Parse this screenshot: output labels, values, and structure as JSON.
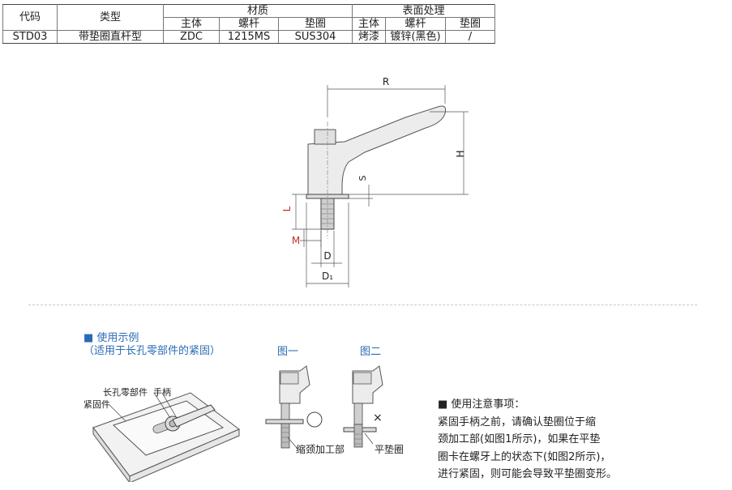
{
  "table": {
    "headers": {
      "code": "代码",
      "type": "类型",
      "material": "材质",
      "surface": "表面处理",
      "sub_body": "主体",
      "sub_screw": "螺杆",
      "sub_washer": "垫圈",
      "sub_body2": "主体",
      "sub_screw2": "螺杆",
      "sub_washer2": "垫圈"
    },
    "row": {
      "code": "STD03",
      "type": "带垫圈直杆型",
      "mat_body": "ZDC",
      "mat_screw": "1215MS",
      "mat_washer": "SUS304",
      "surf_body": "烤漆",
      "surf_screw": "镀锌(黑色)",
      "surf_washer": "/"
    }
  },
  "drawing": {
    "dim_R": "R",
    "dim_H": "H",
    "dim_S": "S",
    "dim_L": "L",
    "dim_M": "M",
    "dim_D": "D",
    "dim_D1": "D₁",
    "red_color": "#c0302a"
  },
  "usage": {
    "title_line1": "■ 使用示例",
    "title_line2": "（适用于长孔零部件的紧固）",
    "label_slot_part": "长孔零部件",
    "label_handle": "手柄",
    "label_fastener": "紧固件",
    "fig1": "图一",
    "fig2": "图二",
    "label_neck": "缩颈加工部",
    "label_washer": "平垫圈",
    "mark_ok": "○",
    "mark_ng": "×"
  },
  "notes": {
    "title": "■ 使用注意事项：",
    "line1": "紧固手柄之前，请确认垫圈位于缩",
    "line2": "颈加工部(如图1所示)，如果在平垫",
    "line3": "圈卡在螺牙上的状态下(如图2所示)，",
    "line4": "进行紧固，则可能会导致平垫圈变形。"
  }
}
